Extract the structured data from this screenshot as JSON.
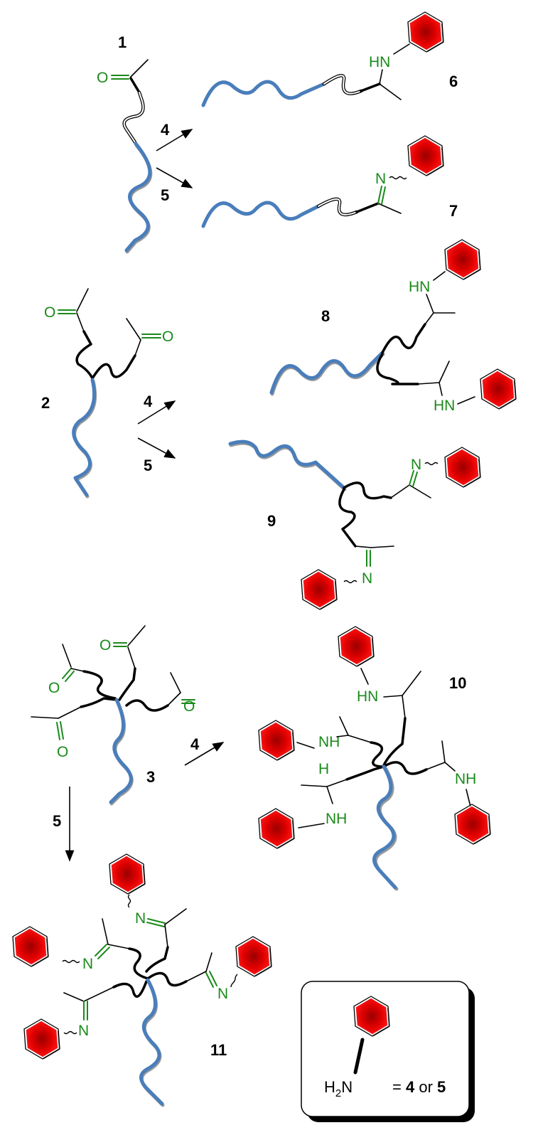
{
  "compounds": {
    "c1": "1",
    "c2": "2",
    "c3": "3",
    "c6": "6",
    "c7": "7",
    "c8": "8",
    "c9": "9",
    "c10": "10",
    "c11": "11"
  },
  "reagents": {
    "r4": "4",
    "r5": "5"
  },
  "atoms": {
    "O": "O",
    "N": "N",
    "HN": "HN",
    "NH": "NH",
    "H": "H"
  },
  "legend": {
    "amine_prefix": "H",
    "amine_sub": "2",
    "amine_suffix": "N",
    "equals": "= ",
    "reagent_a": "4",
    "or": " or ",
    "reagent_b": "5"
  },
  "colors": {
    "heteroatom": "#1a8a1a",
    "polymer_block": "#4a7ebb",
    "aryl_ring": "#e00000"
  }
}
